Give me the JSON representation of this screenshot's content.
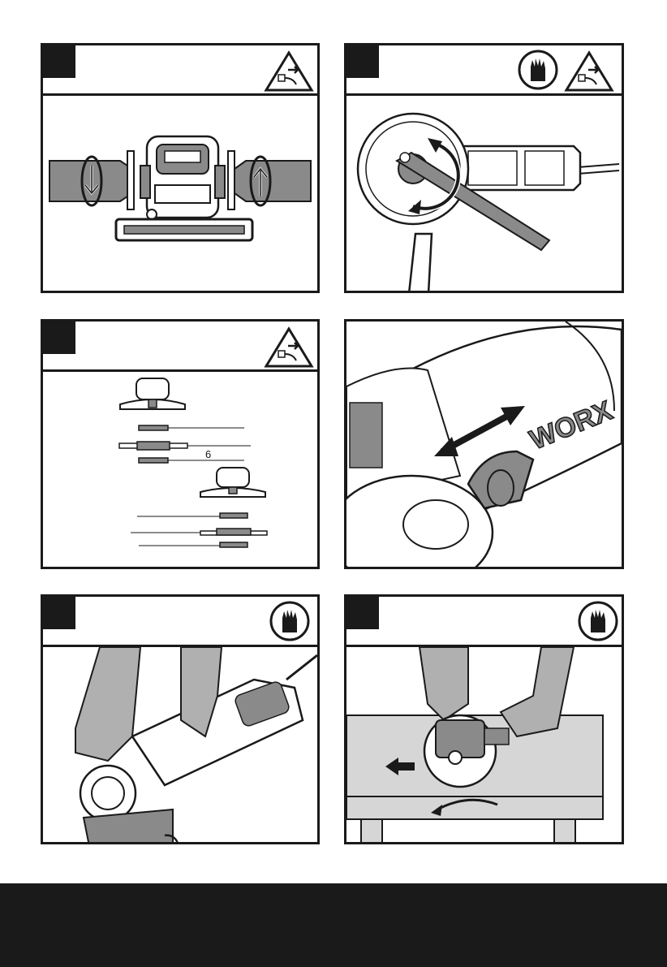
{
  "panels": [
    {
      "id": "p1",
      "icons": [
        "unplug-warning-icon"
      ]
    },
    {
      "id": "p2",
      "icons": [
        "wear-gloves-icon",
        "unplug-warning-icon"
      ]
    },
    {
      "id": "p3",
      "icons": [
        "unplug-warning-icon"
      ],
      "part_label": "6"
    },
    {
      "id": "p4",
      "icons": [],
      "brand": "WORX"
    },
    {
      "id": "p5",
      "icons": [
        "wear-gloves-icon"
      ]
    },
    {
      "id": "p6",
      "icons": [
        "wear-gloves-icon"
      ]
    }
  ],
  "colors": {
    "outline": "#1a1a1a",
    "tool_grey": "#8a8a8a",
    "glove_grey": "#b0b0b0",
    "table_grey": "#d6d6d6",
    "footer": "#1a1a1a"
  }
}
